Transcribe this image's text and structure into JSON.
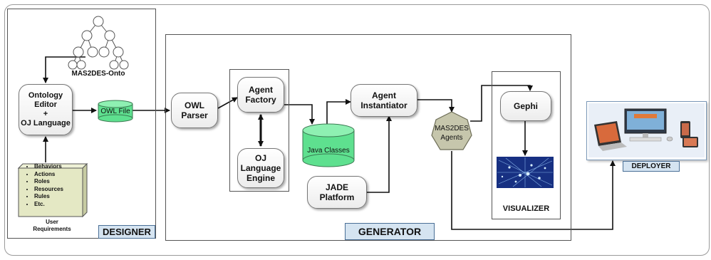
{
  "colors": {
    "panel_border": "#555555",
    "cylinder_green": "#5ee08f",
    "agents_hexagon": "#c6c6ac",
    "tag_fill": "#d5e4f1",
    "requirements_fill": "#e4e8c4"
  },
  "designer": {
    "tag": "DESIGNER",
    "ontology_label": "MAS2DES-Onto",
    "editor_label": "Ontology\nEditor\n+\nOJ Language",
    "owl_file_label": "OWL File",
    "requirements": [
      "Behaviors",
      "Actions",
      "Roles",
      "Resources",
      "Rules",
      "Etc."
    ],
    "requirements_label": "User\nRequirements"
  },
  "generator": {
    "tag": "GENERATOR",
    "owl_parser_label": "OWL\nParser",
    "agent_factory_label": "Agent\nFactory",
    "oj_engine_label": "OJ\nLanguage\nEngine",
    "java_classes_label": "Java Classes",
    "agent_instantiator_label": "Agent\nInstantiator",
    "jade_platform_label": "JADE\nPlatform"
  },
  "agents_label": "MAS2DES\nAgents",
  "visualizer": {
    "tag": "VISUALIZER",
    "gephi_label": "Gephi",
    "graph_image_icon": "network-graph-image"
  },
  "deployer": {
    "tag": "DEPLOYER",
    "devices_icon": "devices-laptop-desktop-phone-tablet"
  }
}
